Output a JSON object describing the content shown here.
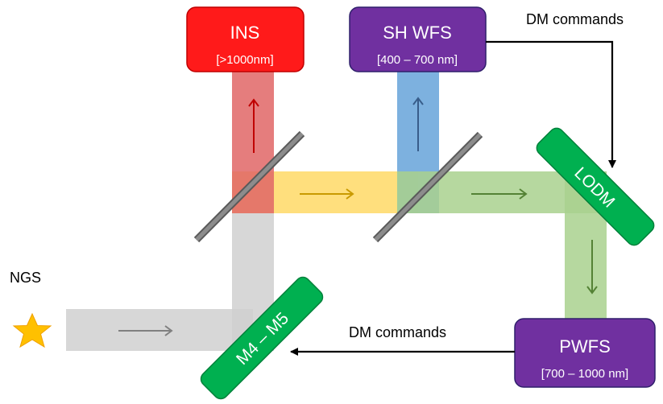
{
  "labels": {
    "ngs": "NGS",
    "dm_commands_top": "DM commands",
    "dm_commands_bottom": "DM commands"
  },
  "boxes": {
    "ins": {
      "title": "INS",
      "subtitle": "[>1000nm]"
    },
    "sh_wfs": {
      "title": "SH WFS",
      "subtitle": "[400 – 700 nm]"
    },
    "pwfs": {
      "title": "PWFS",
      "subtitle": "[700 – 1000 nm]"
    }
  },
  "mirrors": {
    "lodm": "LODM",
    "m4_m5": "M4 – M5"
  },
  "colors": {
    "ins_box": "#ff1a1a",
    "wfs_box": "#7030a0",
    "mirror_green": "#00b050",
    "beam_grey": "#d0d0d0",
    "beam_yellow": "#ffd966",
    "beam_green": "#a9d18e",
    "beam_red": "#e06666",
    "beam_blue": "#6fa8dc",
    "star": "#ffc000"
  }
}
